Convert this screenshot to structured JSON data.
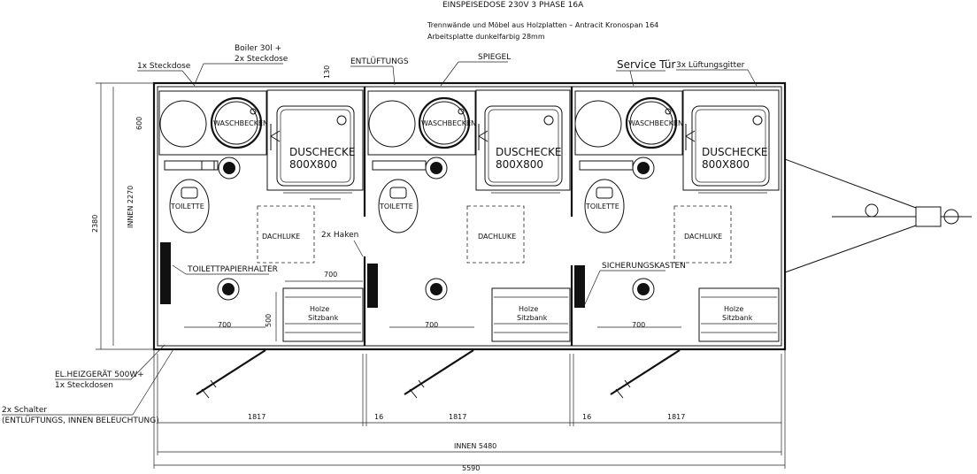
{
  "header": {
    "line1": "EINSPEISEDOSE 230V 3 PHASE 16A",
    "line2": "Trennwände und Möbel aus Holzplatten – Antracit Kronospan 164",
    "line3": "Arbeitsplatte dunkelfarbig 28mm"
  },
  "callouts": {
    "steckdose": "1x Steckdose",
    "boiler_l1": "Boiler 30l +",
    "boiler_l2": "2x Steckdose",
    "entlueftungs": "ENTLÜFTUNGS",
    "spiegel": "SPIEGEL",
    "service_tuer": "Service Tür",
    "lueftungsgitter": "3x Lüftungsgitter",
    "haken": "2x Haken",
    "toilettpapierhalter": "TOILETTPAPIERHALTER",
    "sicherungskasten": "SICHERUNGSKASTEN",
    "heizgeraet_l1": "EL.HEIZGERÄT 500W+",
    "heizgeraet_l2": "1x Steckdosen",
    "schalter_l1": "2x Schalter",
    "schalter_l2": "(ENTLÜFTUNGS, INNEN BELEUCHTUNG)"
  },
  "room_labels": {
    "waschbecken": "WASCHBECKEN",
    "duschecke_l1": "DUSCHECKE",
    "duschecke_l2": "800X800",
    "toilette": "TOILETTE",
    "dachluke": "DACHLUKE",
    "holze": "Holze",
    "sitzbank": "Sitzbank"
  },
  "dimensions": {
    "d130": "130",
    "d600": "600",
    "d500": "500",
    "d700": "700",
    "d2380": "2380",
    "innen_2270": "INNEN 2270",
    "d1817": "1817",
    "d16": "16",
    "innen_5480": "INNEN 5480",
    "d5590": "5590"
  }
}
